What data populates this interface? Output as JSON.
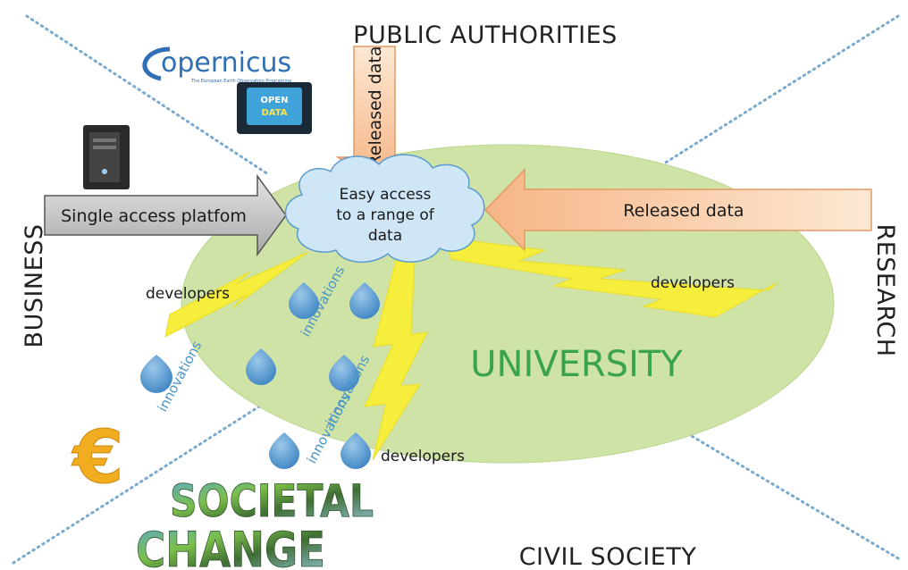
{
  "quadrants": {
    "top": "PUBLIC AUTHORITIES",
    "bottom": "CIVIL SOCIETY",
    "left": "BUSINESS",
    "right": "RESEARCH"
  },
  "hub": {
    "label": "UNIVERSITY",
    "cloud_lines": [
      "Easy access",
      "to a range of",
      "data"
    ]
  },
  "arrows": {
    "single_access": "Single access platfom",
    "released_top": "Released data",
    "released_right": "Released data"
  },
  "developers": [
    "developers",
    "developers",
    "developers"
  ],
  "innovations": [
    "innovations",
    "innovations",
    "innovations",
    "innovations"
  ],
  "logos": {
    "copernicus": "opernicus",
    "copernicus_tagline": "The European Earth Observation Programme",
    "open_data_1": "OPEN",
    "open_data_2": "DATA",
    "euro": "€",
    "societal_1": "SOCIETAL",
    "societal_2": "CHANGE"
  },
  "colors": {
    "ellipse": "#cfe3a6",
    "cloud": "#cfe6f7",
    "bolt": "#f6ee3c",
    "drop": "#5d9fd4",
    "gray_arrow": "#bdbdbd",
    "orange_arrow": "#f9cfa8",
    "university_text": "#3aa44a",
    "dotted_lines": "#7aa9cf"
  }
}
